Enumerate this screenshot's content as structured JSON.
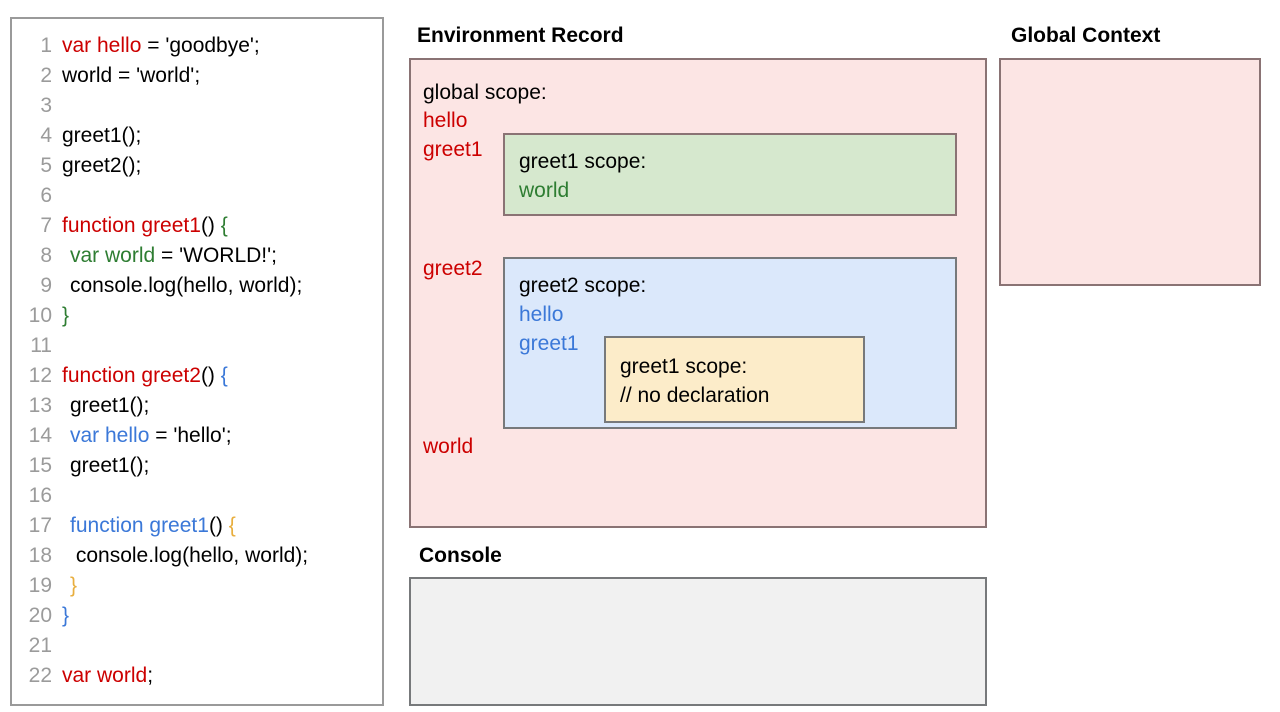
{
  "code_panel": {
    "lines": [
      {
        "num": "1",
        "indent": 0,
        "tokens": [
          {
            "t": "var hello",
            "c": "red"
          },
          {
            "t": " = 'goodbye';",
            "c": "black"
          }
        ]
      },
      {
        "num": "2",
        "indent": 0,
        "tokens": [
          {
            "t": "world = 'world';",
            "c": "black"
          }
        ]
      },
      {
        "num": "3",
        "indent": 0,
        "tokens": [
          {
            "t": "",
            "c": "black"
          }
        ]
      },
      {
        "num": "4",
        "indent": 0,
        "tokens": [
          {
            "t": "greet1();",
            "c": "black"
          }
        ]
      },
      {
        "num": "5",
        "indent": 0,
        "tokens": [
          {
            "t": "greet2();",
            "c": "black"
          }
        ]
      },
      {
        "num": "6",
        "indent": 0,
        "tokens": [
          {
            "t": "",
            "c": "black"
          }
        ]
      },
      {
        "num": "7",
        "indent": 0,
        "tokens": [
          {
            "t": "function greet1",
            "c": "red"
          },
          {
            "t": "() ",
            "c": "black"
          },
          {
            "t": "{",
            "c": "green"
          }
        ]
      },
      {
        "num": "8",
        "indent": 1,
        "tokens": [
          {
            "t": "var world",
            "c": "green"
          },
          {
            "t": " = 'WORLD!';",
            "c": "black"
          }
        ]
      },
      {
        "num": "9",
        "indent": 1,
        "tokens": [
          {
            "t": "console.log(hello, world);",
            "c": "black"
          }
        ]
      },
      {
        "num": "10",
        "indent": 0,
        "tokens": [
          {
            "t": "}",
            "c": "green"
          }
        ]
      },
      {
        "num": "11",
        "indent": 0,
        "tokens": [
          {
            "t": "",
            "c": "black"
          }
        ]
      },
      {
        "num": "12",
        "indent": 0,
        "tokens": [
          {
            "t": "function greet2",
            "c": "red"
          },
          {
            "t": "() ",
            "c": "black"
          },
          {
            "t": "{",
            "c": "blue"
          }
        ]
      },
      {
        "num": "13",
        "indent": 1,
        "tokens": [
          {
            "t": "greet1();",
            "c": "black"
          }
        ]
      },
      {
        "num": "14",
        "indent": 1,
        "tokens": [
          {
            "t": "var hello",
            "c": "blue"
          },
          {
            "t": " = 'hello';",
            "c": "black"
          }
        ]
      },
      {
        "num": "15",
        "indent": 1,
        "tokens": [
          {
            "t": "greet1();",
            "c": "black"
          }
        ]
      },
      {
        "num": "16",
        "indent": 0,
        "tokens": [
          {
            "t": "",
            "c": "black"
          }
        ]
      },
      {
        "num": "17",
        "indent": 1,
        "tokens": [
          {
            "t": "function greet1",
            "c": "blue"
          },
          {
            "t": "() ",
            "c": "black"
          },
          {
            "t": "{",
            "c": "orange"
          }
        ]
      },
      {
        "num": "18",
        "indent": 1,
        "tokens": [
          {
            "t": " console.log(hello, world);",
            "c": "black"
          }
        ]
      },
      {
        "num": "19",
        "indent": 1,
        "tokens": [
          {
            "t": "}",
            "c": "orange"
          }
        ]
      },
      {
        "num": "20",
        "indent": 0,
        "tokens": [
          {
            "t": "}",
            "c": "blue"
          }
        ]
      },
      {
        "num": "21",
        "indent": 0,
        "tokens": [
          {
            "t": "",
            "c": "black"
          }
        ]
      },
      {
        "num": "22",
        "indent": 0,
        "tokens": [
          {
            "t": "var world",
            "c": "red"
          },
          {
            "t": ";",
            "c": "black"
          }
        ]
      }
    ]
  },
  "environment_record": {
    "title": "Environment Record",
    "global_scope": {
      "name": "global scope:",
      "vars": [
        "hello",
        "greet1",
        "greet2",
        "world"
      ]
    },
    "greet1_scope": {
      "name": "greet1 scope:",
      "vars": [
        "world"
      ]
    },
    "greet2_scope": {
      "name": "greet2 scope:",
      "vars": [
        "hello",
        "greet1"
      ]
    },
    "inner_greet1_scope": {
      "name": "greet1 scope:",
      "note": "// no declaration"
    }
  },
  "global_context": {
    "title": "Global Context",
    "content": ""
  },
  "console": {
    "title": "Console",
    "content": ""
  },
  "colors": {
    "red": "#cc0000",
    "green": "#2e7d32",
    "blue": "#3b78d8",
    "orange": "#e8ae3e",
    "pink_bg": "#fce5e4",
    "green_bg": "#d6e8ce",
    "blue_bg": "#dbe8fb",
    "yellow_bg": "#fcecc9",
    "gray_bg": "#f1f1f1",
    "line_number": "#9b9b9b"
  }
}
